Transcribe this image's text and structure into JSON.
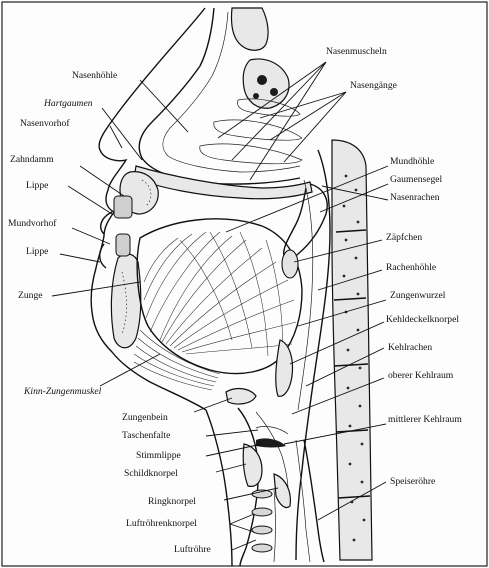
{
  "labels": {
    "nasenhoehle": "Nasenhöhle",
    "hartgaumen": "Hartgaumen",
    "nasenvorhof": "Nasenvorhof",
    "zahndamm": "Zahndamm",
    "lippe_oben": "Lippe",
    "mundvorhof": "Mundvorhof",
    "lippe_unten": "Lippe",
    "zunge": "Zunge",
    "kinn_zungenmuskel": "Kinn-Zungenmuskel",
    "nasenmuscheln": "Nasenmuscheln",
    "nasengaenge": "Nasengänge",
    "mundhoehle": "Mundhöhle",
    "gaumensegel": "Gaumensegel",
    "nasenrachen": "Nasenrachen",
    "zaepfchen": "Zäpfchen",
    "rachenhoehle": "Rachenhöhle",
    "zungenwurzel": "Zungenwurzel",
    "kehldeckelknorpel": "Kehldeckelknorpel",
    "kehlrachen": "Kehlrachen",
    "oberer_kehlraum": "oberer Kehlraum",
    "mittlerer_kehlraum": "mittlerer Kehlraum",
    "zungenbein": "Zungenbein",
    "taschenfalte": "Taschenfalte",
    "stimmlippe": "Stimmlippe",
    "schildknorpel": "Schildknorpel",
    "ringknorpel": "Ringknorpel",
    "luftroehrenknorpel": "Luftröhrenknorpel",
    "luftroehre": "Luftröhre",
    "speiseroehre": "Speiseröhre"
  }
}
